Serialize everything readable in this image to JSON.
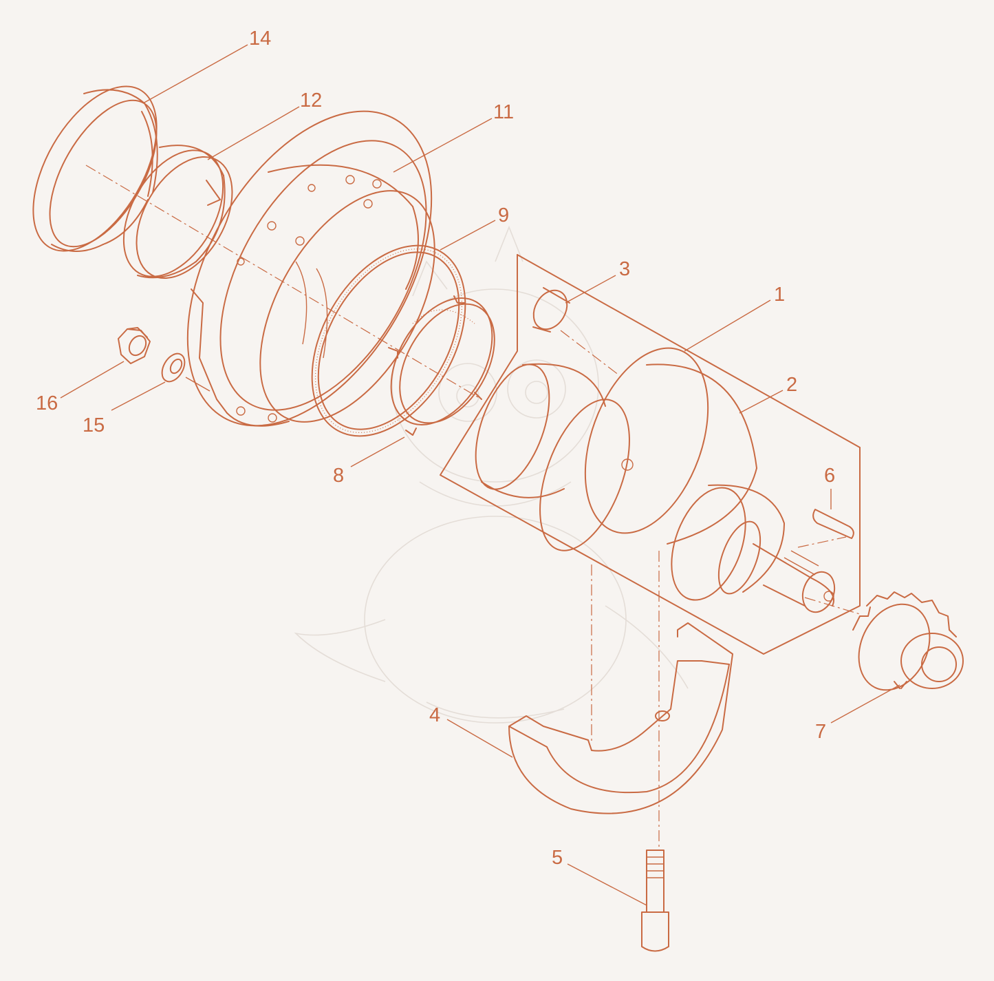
{
  "diagram": {
    "accent_color": "#c96a43",
    "background_color": "#f7f4f1",
    "part_labels": [
      "1",
      "2",
      "3",
      "4",
      "5",
      "6",
      "7",
      "8",
      "9",
      "11",
      "12",
      "14",
      "15",
      "16"
    ]
  }
}
